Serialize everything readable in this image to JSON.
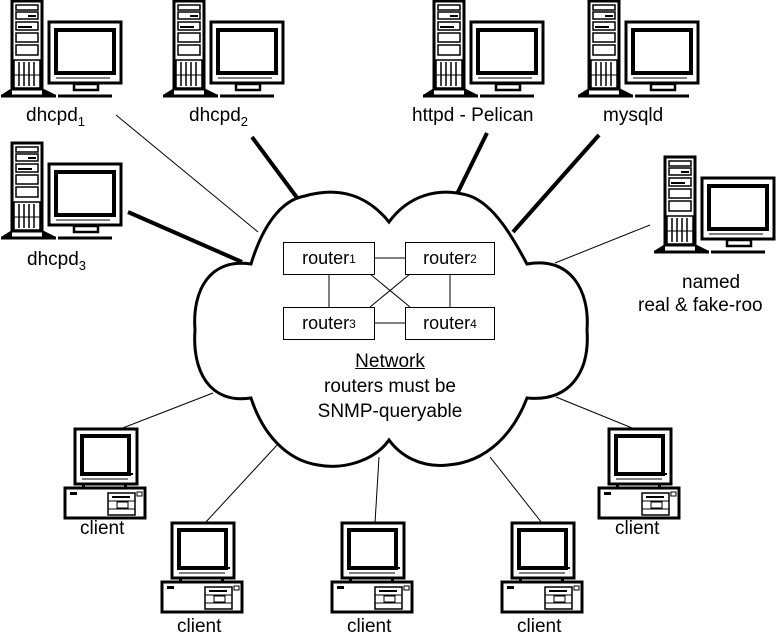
{
  "diagram": {
    "title": "Network",
    "subtitle_line1": "routers must be",
    "subtitle_line2": "SNMP-queryable",
    "servers": [
      {
        "id": "dhcpd1",
        "name": "dhcpd",
        "sub": "1",
        "link": "thin"
      },
      {
        "id": "dhcpd2",
        "name": "dhcpd",
        "sub": "2",
        "link": "thick"
      },
      {
        "id": "dhcpd3",
        "name": "dhcpd",
        "sub": "3",
        "link": "thick"
      },
      {
        "id": "httpd",
        "name": "httpd - Pelican",
        "sub": "",
        "link": "thick"
      },
      {
        "id": "mysqld",
        "name": "mysqld",
        "sub": "",
        "link": "thick"
      },
      {
        "id": "named",
        "name": "named",
        "line2": "real & fake-roo",
        "sub": "",
        "link": "thin"
      }
    ],
    "routers": [
      {
        "name": "router",
        "sub": "1"
      },
      {
        "name": "router",
        "sub": "2"
      },
      {
        "name": "router",
        "sub": "3"
      },
      {
        "name": "router",
        "sub": "4"
      }
    ],
    "router_links": [
      [
        "1",
        "2"
      ],
      [
        "3",
        "4"
      ],
      [
        "1",
        "3"
      ],
      [
        "2",
        "4"
      ],
      [
        "1",
        "4"
      ],
      [
        "2",
        "3"
      ]
    ],
    "clients": [
      {
        "name": "client"
      },
      {
        "name": "client"
      },
      {
        "name": "client"
      },
      {
        "name": "client"
      },
      {
        "name": "client"
      }
    ]
  }
}
